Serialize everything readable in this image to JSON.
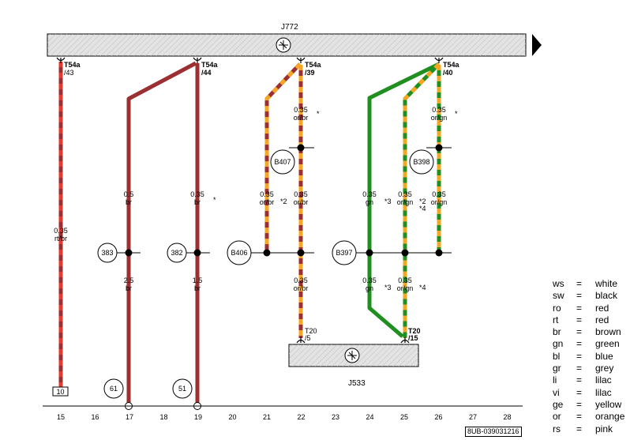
{
  "components": {
    "top": {
      "name": "J772"
    },
    "bottom": {
      "name": "J533"
    }
  },
  "connectors": {
    "c1": {
      "pin": "T54a",
      "num": "/43"
    },
    "c2": {
      "pin": "T54a",
      "num": "/44"
    },
    "c3": {
      "pin": "T54a",
      "num": "/39"
    },
    "c4": {
      "pin": "T54a",
      "num": "/40"
    },
    "b1": {
      "pin": "T20",
      "num": "/5"
    },
    "b2": {
      "pin": "T20",
      "num": "/15"
    }
  },
  "wires": {
    "w15": {
      "size": "0.35",
      "color": "rt/br"
    },
    "w17a": {
      "size": "0.5",
      "color": "br"
    },
    "w17b": {
      "size": "2.5",
      "color": "br"
    },
    "w19a": {
      "size": "0.35",
      "color": "br"
    },
    "w19b": {
      "size": "1.5",
      "color": "br"
    },
    "w21": {
      "size": "0.35",
      "color": "or/br",
      "note": "*2"
    },
    "w22a": {
      "size": "0.35",
      "color": "or/br"
    },
    "w22b": {
      "size": "0.35",
      "color": "or/br"
    },
    "w22c": {
      "size": "0.35",
      "color": "or/br"
    },
    "w24a": {
      "size": "0.35",
      "color": "gn",
      "note": "*3"
    },
    "w24b": {
      "size": "0.35",
      "color": "gn",
      "note": "*3"
    },
    "w25a": {
      "size": "0.35",
      "color": "or/gn",
      "note": "*2",
      "note2": "*4"
    },
    "w25b": {
      "size": "0.35",
      "color": "or/gn",
      "note": "*4"
    },
    "w26a": {
      "size": "0.35",
      "color": "or/gn"
    },
    "w26b": {
      "size": "0.35",
      "color": "or/gn"
    }
  },
  "marks": {
    "m19": "*",
    "m22": "*",
    "m26": "*"
  },
  "junctions": {
    "j383": "383",
    "j382": "382",
    "b406": "B406",
    "b407": "B407",
    "b397": "B397",
    "b398": "B398",
    "g61": "61",
    "g51": "51",
    "box10": "10"
  },
  "columns": [
    "15",
    "16",
    "17",
    "18",
    "19",
    "20",
    "21",
    "22",
    "23",
    "24",
    "25",
    "26",
    "27",
    "28"
  ],
  "legend": [
    {
      "code": "ws",
      "eq": "=",
      "name": "white"
    },
    {
      "code": "sw",
      "eq": "=",
      "name": "black"
    },
    {
      "code": "ro",
      "eq": "=",
      "name": "red"
    },
    {
      "code": "rt",
      "eq": "=",
      "name": "red"
    },
    {
      "code": "br",
      "eq": "=",
      "name": "brown"
    },
    {
      "code": "gn",
      "eq": "=",
      "name": "green"
    },
    {
      "code": "bl",
      "eq": "=",
      "name": "blue"
    },
    {
      "code": "gr",
      "eq": "=",
      "name": "grey"
    },
    {
      "code": "li",
      "eq": "=",
      "name": "lilac"
    },
    {
      "code": "vi",
      "eq": "=",
      "name": "lilac"
    },
    {
      "code": "ge",
      "eq": "=",
      "name": "yellow"
    },
    {
      "code": "or",
      "eq": "=",
      "name": "orange"
    },
    {
      "code": "rs",
      "eq": "=",
      "name": "pink"
    }
  ],
  "doc_id": "8UB-039031216",
  "colors": {
    "red": "#e8392f",
    "brown": "#9b2f31",
    "orange": "#f5a623",
    "green": "#1f8f1f",
    "box": "#e3e3e3"
  }
}
